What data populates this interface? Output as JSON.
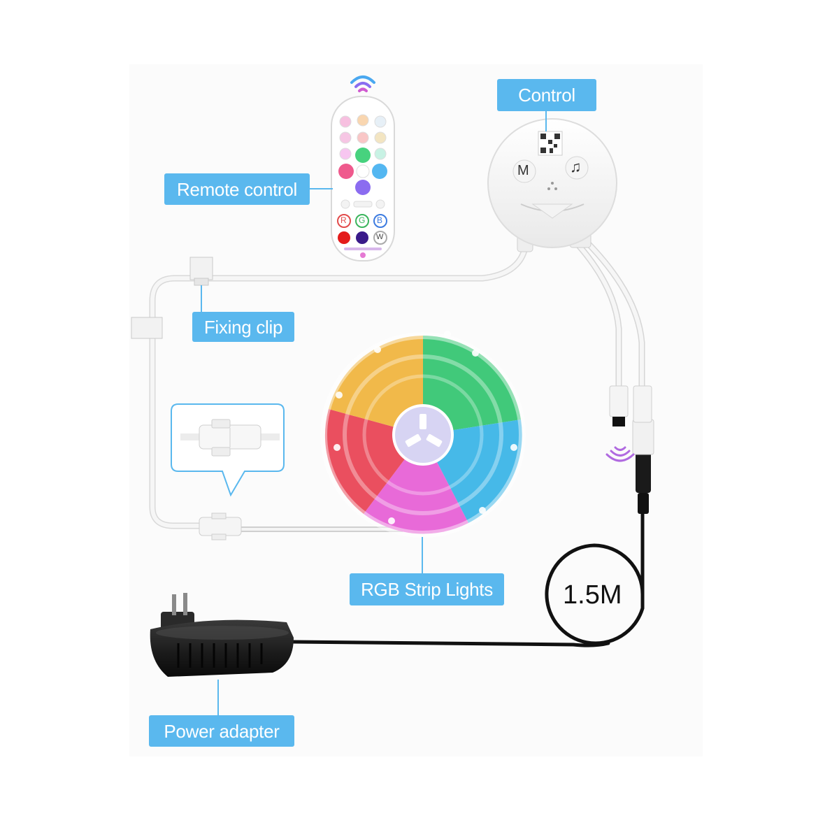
{
  "labels": {
    "control": "Control",
    "remote_control": "Remote control",
    "fixing_clip": "Fixing clip",
    "rgb_strip_lights": "RGB Strip Lights",
    "power_adapter": "Power adapter"
  },
  "cable_length": "1.5M",
  "controller": {
    "mode_button": "M",
    "music_button": "♫"
  },
  "remote": {
    "r_button": "R",
    "g_button": "G",
    "b_button": "B",
    "w_button": "W"
  },
  "colors": {
    "label_background": "#5ab8ee",
    "label_text": "#ffffff",
    "cable_white": "#f2f2f2",
    "cable_black": "#111111",
    "wifi_icon": "#b06ae0"
  },
  "icons": [
    "wifi-icon",
    "qr-code-icon",
    "music-note-icon",
    "plug-icon"
  ]
}
